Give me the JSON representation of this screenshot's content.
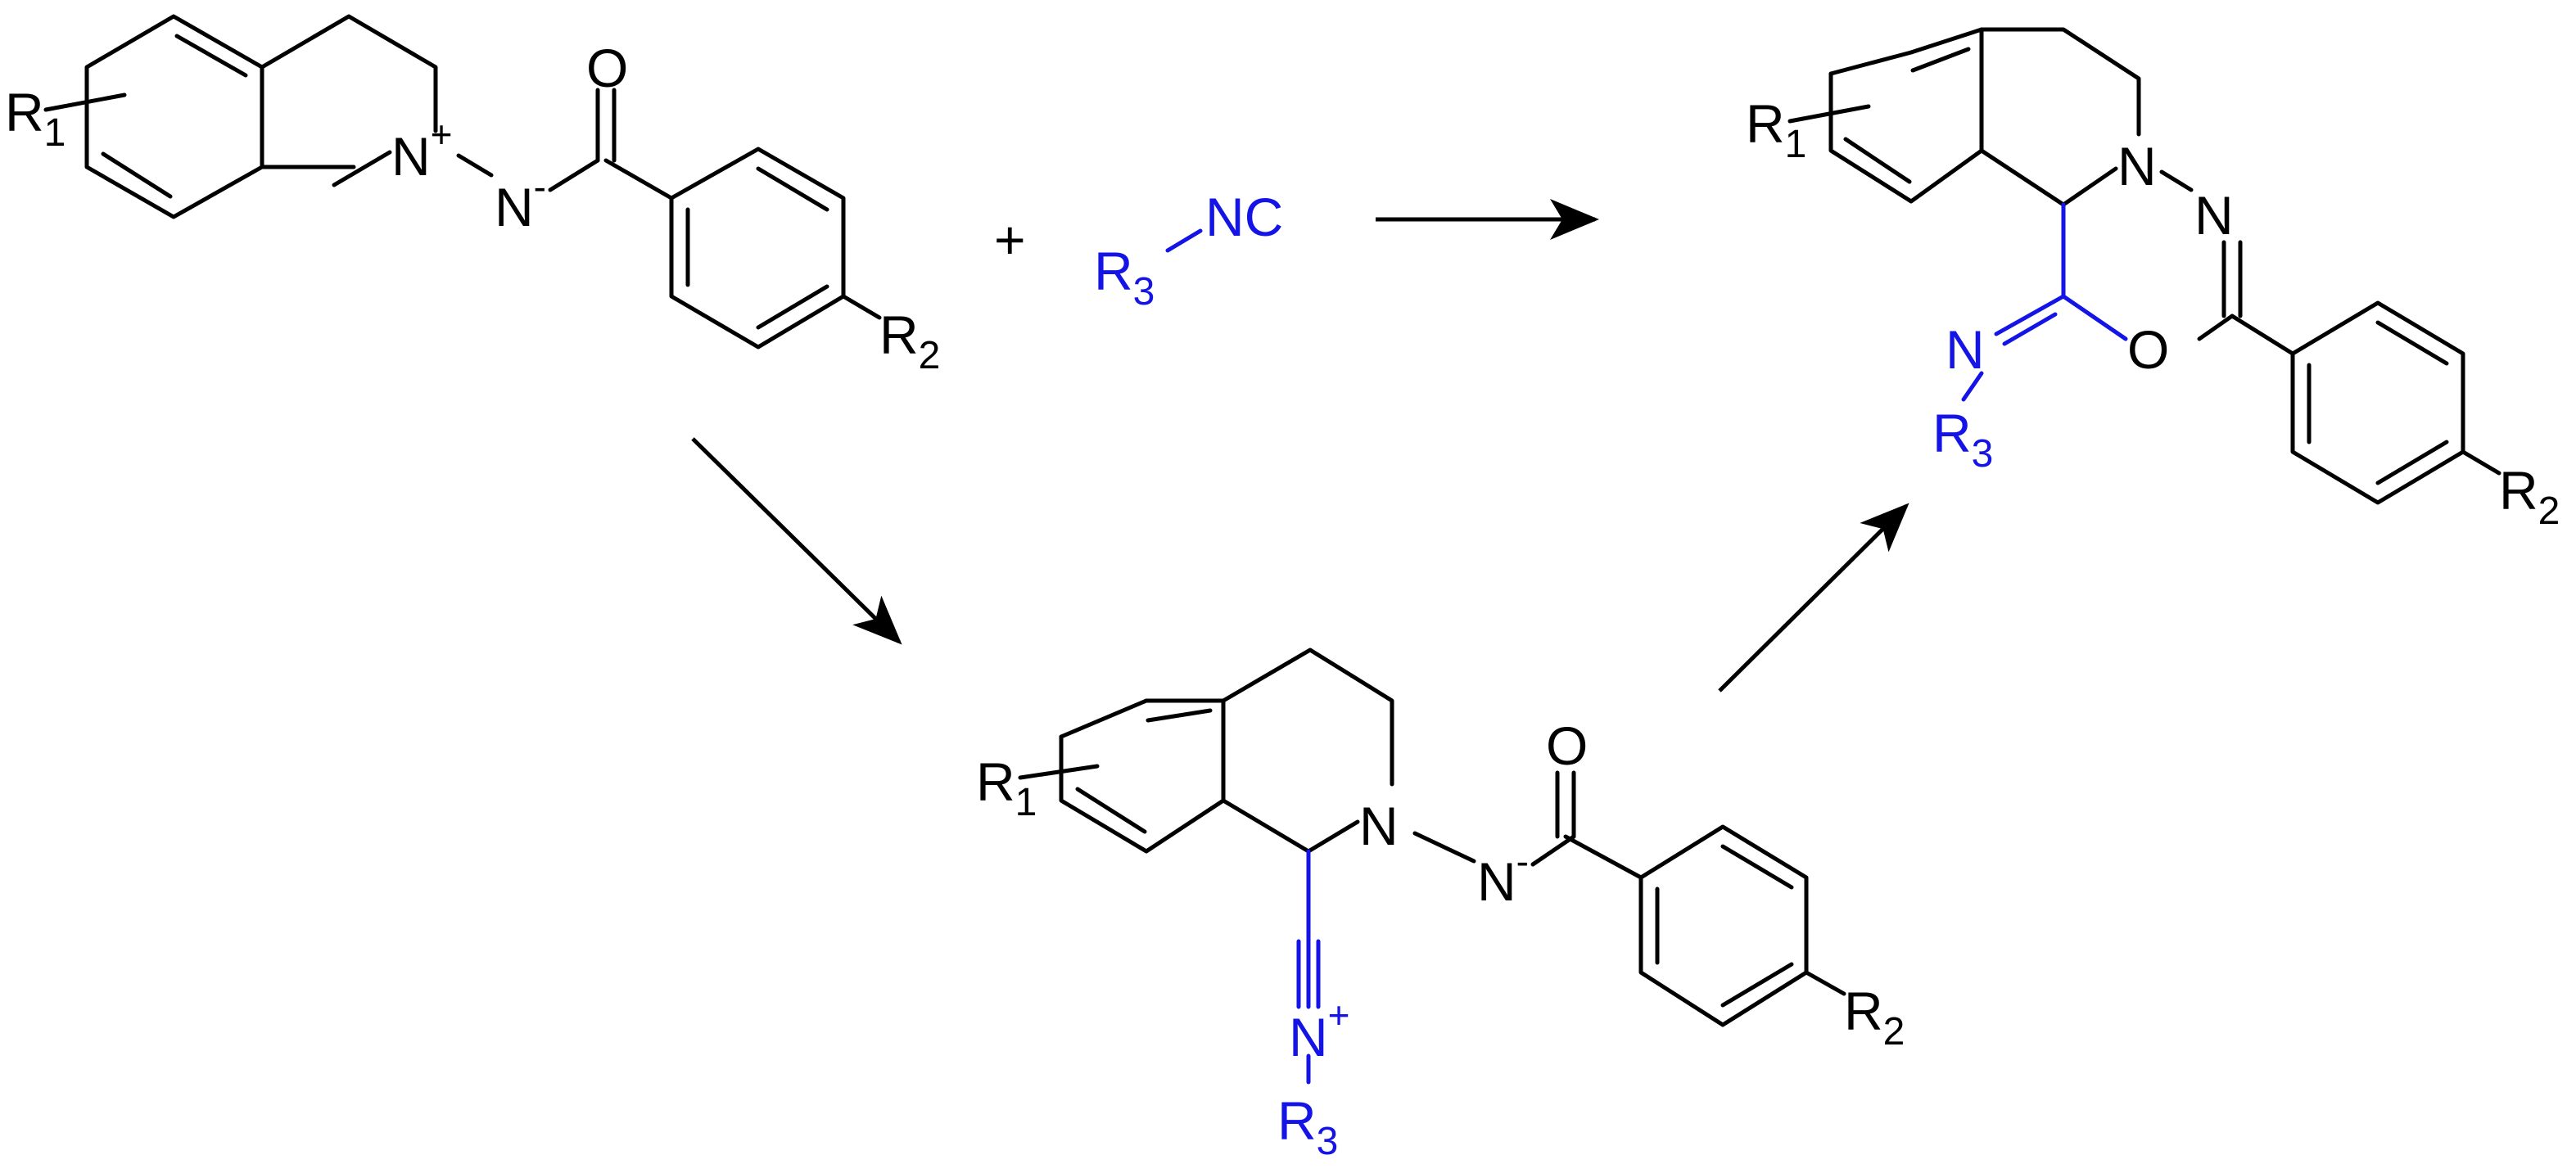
{
  "colors": {
    "ink": "#000000",
    "highlight": "#1414e6"
  },
  "reactant_imine": {
    "r1": {
      "main": "R",
      "sub": "1"
    },
    "n_plus": {
      "main": "N",
      "sup": "+"
    },
    "n_minus": {
      "main": "N",
      "sup": "-"
    },
    "oxygen": "O",
    "r2": {
      "main": "R",
      "sub": "2"
    }
  },
  "plus_sign": "+",
  "isocyanide": {
    "r3": {
      "main": "R",
      "sub": "3"
    },
    "group": "NC"
  },
  "intermediate": {
    "r1": {
      "main": "R",
      "sub": "1"
    },
    "ring_n": "N",
    "n_minus": {
      "main": "N",
      "sup": "-"
    },
    "oxygen": "O",
    "r2": {
      "main": "R",
      "sub": "2"
    },
    "nitrilium": {
      "main": "N",
      "sup": "+"
    },
    "r3": {
      "main": "R",
      "sub": "3"
    }
  },
  "product": {
    "r1": {
      "main": "R",
      "sub": "1"
    },
    "ring_n": "N",
    "n2": "N",
    "oxygen": "O",
    "imine_n": "N",
    "r3": {
      "main": "R",
      "sub": "3"
    },
    "r2": {
      "main": "R",
      "sub": "2"
    }
  }
}
